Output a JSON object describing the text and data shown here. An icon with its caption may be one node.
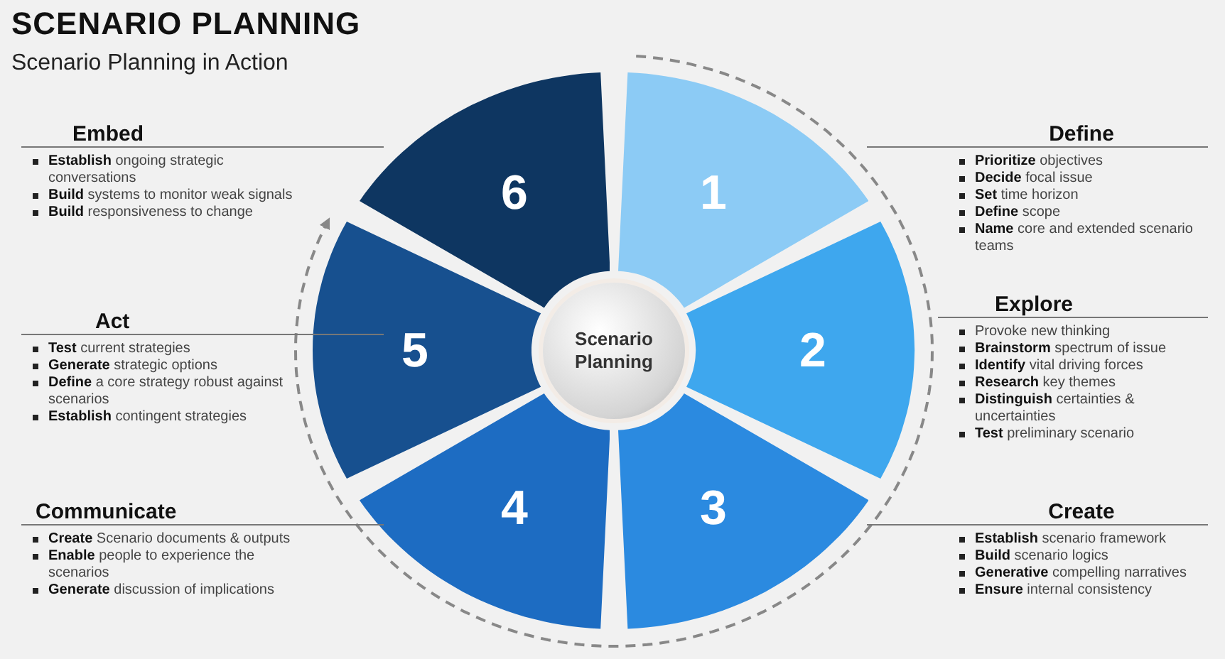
{
  "diagram": {
    "title": "SCENARIO PLANNING",
    "nodes": [
      {
        "text": [
          "1"
        ]
      },
      {
        "text": [
          "2"
        ]
      },
      {
        "text": [
          "3"
        ]
      },
      {
        "text": [
          "4"
        ]
      },
      {
        "text": [
          "5"
        ]
      },
      {
        "text": [
          "6"
        ]
      },
      {
        "text": [
          "Scenario Planning"
        ]
      },
      {
        "text": [
          "Define",
          "**Prioritize** objectives",
          "**Decide** focal issue",
          "**Set** time horizon",
          "**Define** scope",
          "**Name** core and   extended scenario teams"
        ]
      },
      {
        "text": [
          "Explore",
          "Provoke new thinking",
          "**Brainstorm** spectrum of issue",
          "**Identify** vital driving forces",
          "**Research** key themes",
          "**Distinguish** certainties & uncertainties",
          "**Test** preliminary scenario"
        ]
      },
      {
        "text": [
          "Create",
          "**Establish** scenario framework",
          "**Build** scenario logics",
          "**Generative** compelling narratives",
          "**Ensure** internal consistency"
        ]
      },
      {
        "text": [
          "Communicate",
          "**Create** Scenario documents & outputs",
          "**Enable** people to experience the scenarios",
          "**Generate** discussion of implications"
        ]
      },
      {
        "text": [
          "Act",
          "**Test** current strategies",
          "**Generate** strategic options",
          "**Define**  a core  strategy robust against scenarios",
          "**Establish** contingent strategies"
        ]
      },
      {
        "text": [
          "Embed",
          "**Establish** ongoing strategic conversations",
          "**Build** systems to monitor weak signals",
          "**Build** responsiveness to change"
        ]
      }
    ],
    "labels": [
      "Scenario Planning in Action"
    ]
  }
}
